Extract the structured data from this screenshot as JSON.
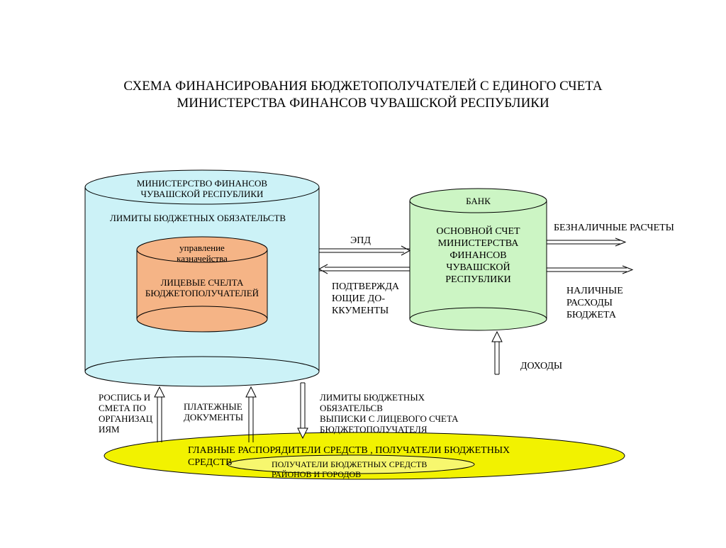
{
  "title": {
    "line1": "СХЕМА ФИНАНСИРОВАНИЯ БЮДЖЕТОПОЛУЧАТЕЛЕЙ С ЕДИНОГО СЧЕТА",
    "line2": "МИНИСТЕРСТВА ФИНАНСОВ ЧУВАШСКОЙ РЕСПУБЛИКИ"
  },
  "ministry": {
    "line1": "МИНИСТЕРСТВО ФИНАНСОВ",
    "line2": "ЧУВАШСКОЙ РЕСПУБЛИКИ",
    "limits": "ЛИМИТЫ БЮДЖЕТНЫХ ОБЯЗАТЕЛЬСТВ",
    "color": "#ccf2f7"
  },
  "treasury": {
    "line1": "управление",
    "line2": "казначейства",
    "acc1": "ЛИЦЕВЫЕ СЧЕЛТА",
    "acc2": "БЮДЖЕТОПОЛУЧАТЕЛЕЙ",
    "color": "#f5b486"
  },
  "bank": {
    "label": "БАНК",
    "line1": "ОСНОВНОЙ СЧЕТ",
    "line2": "МИНИСТЕРСТВА",
    "line3": "ФИНАНСОВ",
    "line4": "ЧУВАШСКОЙ",
    "line5": "РЕСПУБЛИКИ",
    "color": "#ccf5c4"
  },
  "arrows": {
    "epd": "ЭПД",
    "confirm1": "ПОДТВЕРЖДА",
    "confirm2": "ЮЩИЕ ДО-",
    "confirm3": "ККУМЕНТЫ",
    "cashless": "БЕЗНАЛИЧНЫЕ  РАСЧЕТЫ",
    "cash1": "НАЛИЧНЫЕ",
    "cash2": "РАСХОДЫ",
    "cash3": "БЮДЖЕТА",
    "income": "ДОХОДЫ",
    "rospis1": "РОСПИСЬ И",
    "rospis2": "СМЕТА ПО",
    "rospis3": "ОРГАНИЗАЦ",
    "rospis4": "ИЯМ",
    "payment1": "ПЛАТЕЖНЫЕ",
    "payment2": "ДОКУМЕНТЫ",
    "limits1": "ЛИМИТЫ БЮДЖЕТНЫХ",
    "limits2": "ОБЯЗАТЕЛЬСВ",
    "limits3": "ВЫПИСКИ С ЛИЦЕВОГО СЧЕТА",
    "limits4": "БЮДЖЕТОПОЛУЧАТЕЛЯ"
  },
  "recipients": {
    "line1": "ГЛАВНЫЕ РАСПОРЯДИТЕЛИ СРЕДСТВ , ПОЛУЧАТЕЛИ БЮДЖЕТНЫХ",
    "line2": "СРЕДСТВ",
    "inner1": "ПОЛУЧАТЕЛИ БЮДЖЕТНЫХ СРЕДСТВ",
    "inner2": "РАЙОНОВ И ГОРОДОВ",
    "outer_color": "#f2f200",
    "inner_color": "#f7f76e"
  }
}
